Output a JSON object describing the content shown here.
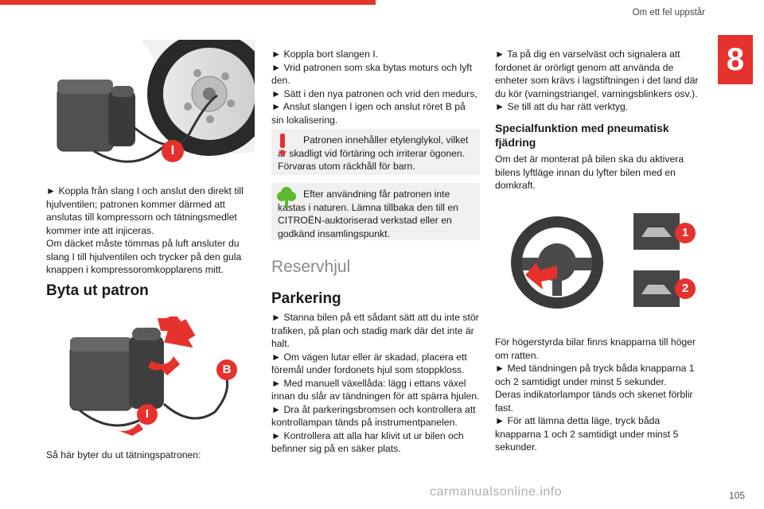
{
  "header": {
    "section_title": "Om ett fel uppstår",
    "chapter_number": "8",
    "page_number": "105"
  },
  "col1": {
    "figure_callout": "I",
    "para1": "► Koppla från slang I och anslut den direkt till hjulventilen; patronen kommer därmed att anslutas till kompressorn och tätningsmedlet kommer inte att injiceras.",
    "para2": "Om däcket måste tömmas på luft ansluter du slang I till hjulventilen och trycker på den gula knappen i kompressoromkopplarens mitt.",
    "heading": "Byta ut patron",
    "figure2_callouts": [
      "B",
      "I"
    ],
    "caption": "Så här byter du ut tätningspatronen:"
  },
  "col2": {
    "steps": [
      "► Koppla bort slangen I.",
      "► Vrid patronen som ska bytas moturs och lyft den.",
      "► Sätt i den nya patronen och vrid den medurs,",
      "► Anslut slangen I igen och anslut röret B på sin lokalisering."
    ],
    "warning_note": "Patronen innehåller etylenglykol, vilket är skadligt vid förtäring och irriterar ögonen. Förvaras utom räckhåll för barn.",
    "env_note": "Efter användning får patronen inte kastas i naturen. Lämna tillbaka den till en CITROËN-auktoriserad verkstad eller en godkänd insamlingspunkt.",
    "section_heading": "Reservhjul",
    "heading": "Parkering",
    "parking_steps": [
      "► Stanna bilen på ett sådant sätt att du inte stör trafiken, på plan och stadig mark där det inte är halt.",
      "► Om vägen lutar eller är skadad, placera ett föremål under fordonets hjul som stoppkloss.",
      "► Med manuell växellåda: lägg i ettans växel innan du slår av tändningen för att spärra hjulen.",
      "► Dra åt parkeringsbromsen och kontrollera att kontrollampan tänds på instrumentpanelen.",
      "► Kontrollera att alla har klivit ut ur bilen och befinner sig på en säker plats."
    ]
  },
  "col3": {
    "intro": "► Ta på dig en varselväst och signalera att fordonet är orörligt genom att använda de enheter som krävs i lagstiftningen i det land där du kör (varningstriangel, varningsblinkers osv.).",
    "check": "► Se till att du har rätt verktyg.",
    "heading": "Specialfunktion med pneumatisk fjädring",
    "para1": "Om det är monterat på bilen ska du aktivera bilens lyftläge innan du lyfter bilen med en domkraft.",
    "figure_callouts": [
      "1",
      "2"
    ],
    "para2": "För högerstyrda bilar finns knapparna till höger om ratten.",
    "step1": "► Med tändningen på tryck båda knapparna 1 och 2 samtidigt under minst 5 sekunder.",
    "para3": "Deras indikatorlampor tänds och skenet förblir fast.",
    "step2": "► För att lämna detta läge, tryck båda knapparna 1 och 2 samtidigt under minst 5 sekunder."
  },
  "watermark": "carmanualsonline.info",
  "colors": {
    "accent": "#e5322d",
    "note_bg": "#f0f0f0",
    "env_icon": "#5cb82e"
  }
}
